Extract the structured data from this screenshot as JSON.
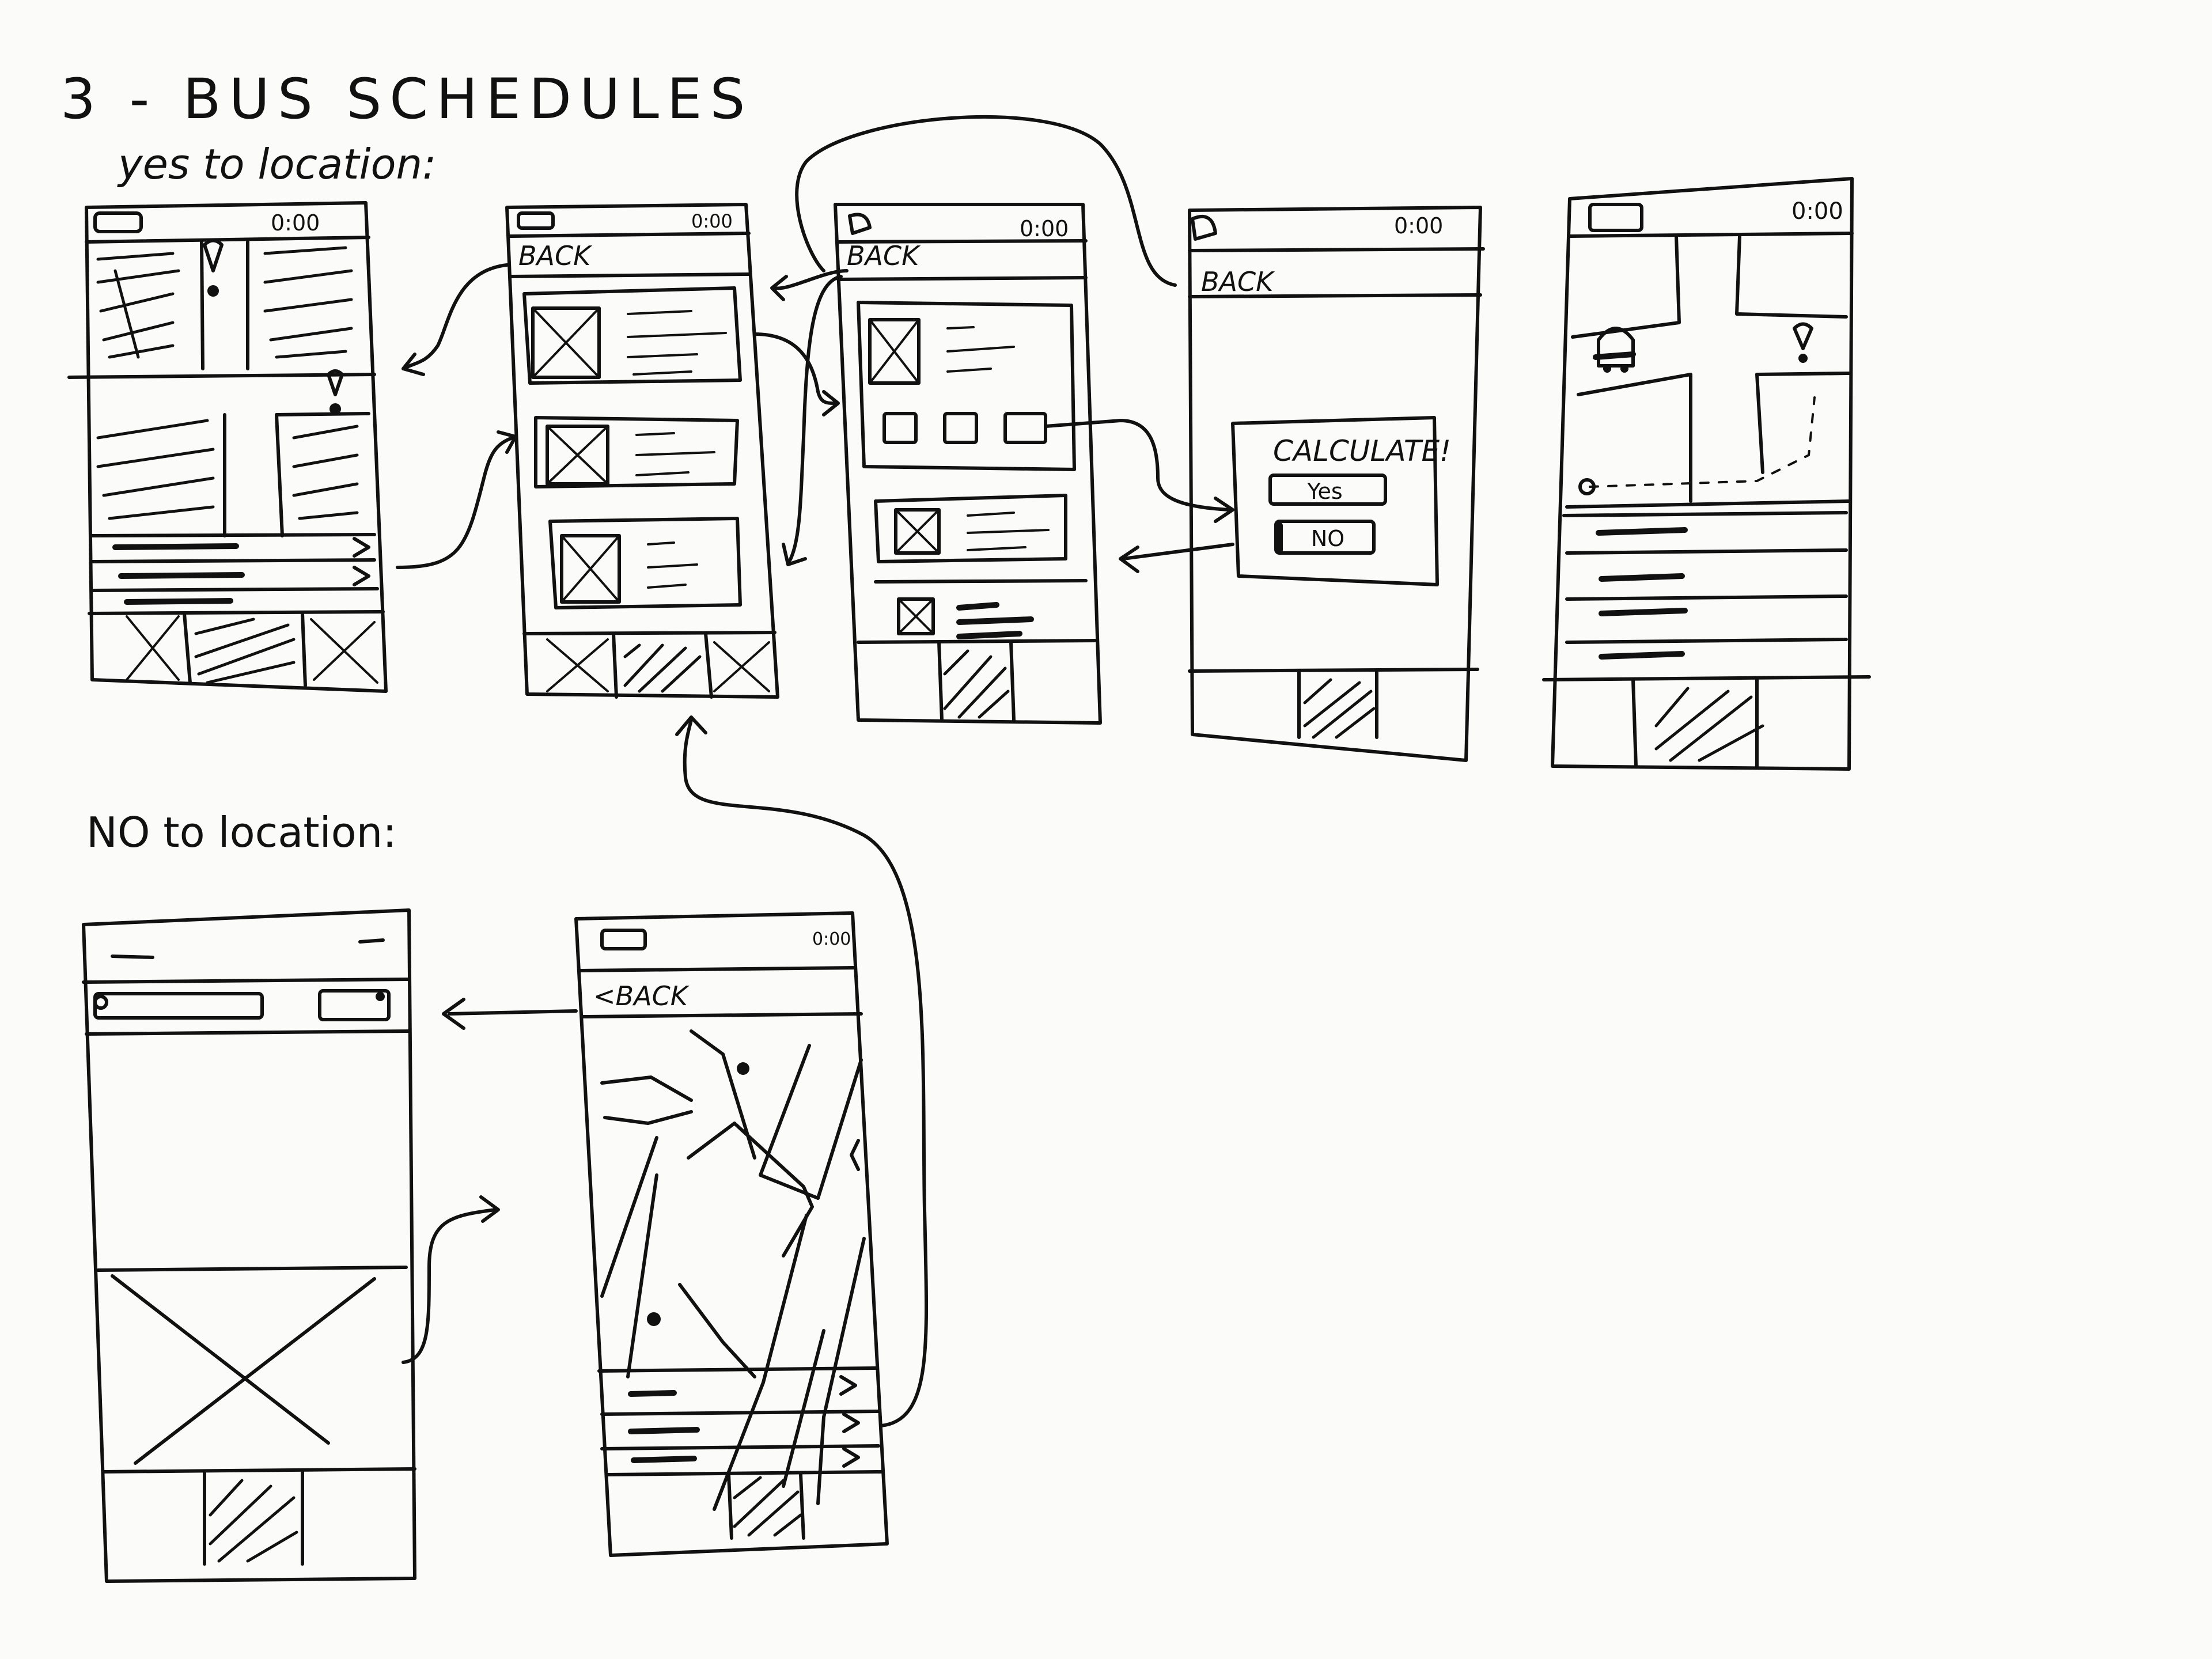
{
  "title": "3 - BUS SCHEDULES",
  "sections": {
    "yes": "yes to location:",
    "no": "NO to location:"
  },
  "status_time": "0:00",
  "back_label": "BACK",
  "back_label_chevron": "<BACK",
  "dialog": {
    "title": "CALCULATE!",
    "yes_option": "Yes",
    "no_option": "NO"
  },
  "colors": {
    "ink": "#111111",
    "paper": "#fbfbfa"
  }
}
